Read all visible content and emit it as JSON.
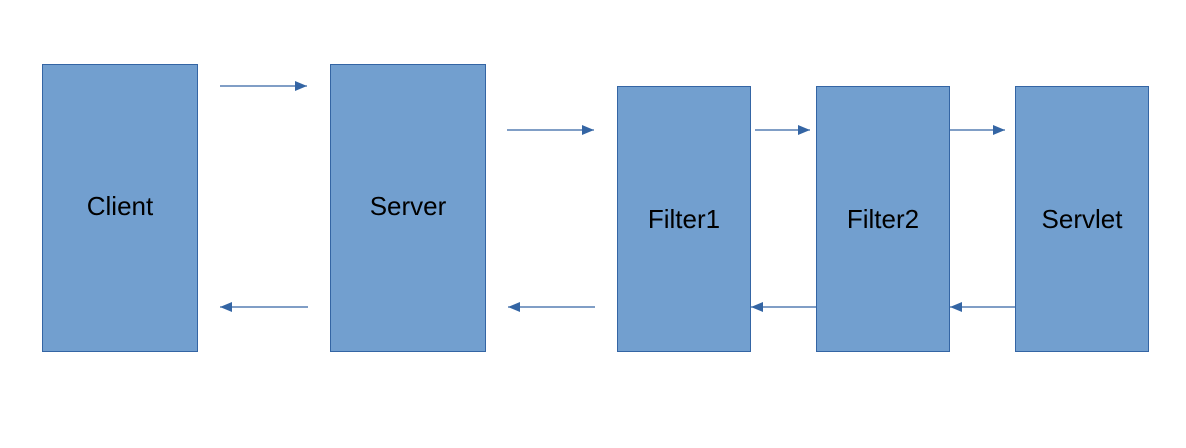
{
  "diagram": {
    "nodes": [
      {
        "id": "client",
        "label": "Client"
      },
      {
        "id": "server",
        "label": "Server"
      },
      {
        "id": "filter1",
        "label": "Filter1"
      },
      {
        "id": "filter2",
        "label": "Filter2"
      },
      {
        "id": "servlet",
        "label": "Servlet"
      }
    ],
    "edges": [
      {
        "from": "client",
        "to": "server",
        "direction": "request"
      },
      {
        "from": "server",
        "to": "filter1",
        "direction": "request"
      },
      {
        "from": "filter1",
        "to": "filter2",
        "direction": "request"
      },
      {
        "from": "filter2",
        "to": "servlet",
        "direction": "request"
      },
      {
        "from": "servlet",
        "to": "filter2",
        "direction": "response"
      },
      {
        "from": "filter2",
        "to": "filter1",
        "direction": "response"
      },
      {
        "from": "filter1",
        "to": "server",
        "direction": "response"
      },
      {
        "from": "server",
        "to": "client",
        "direction": "response"
      }
    ],
    "colors": {
      "box_fill": "#729fcf",
      "box_border": "#3465a4",
      "arrow": "#3465a4"
    }
  }
}
